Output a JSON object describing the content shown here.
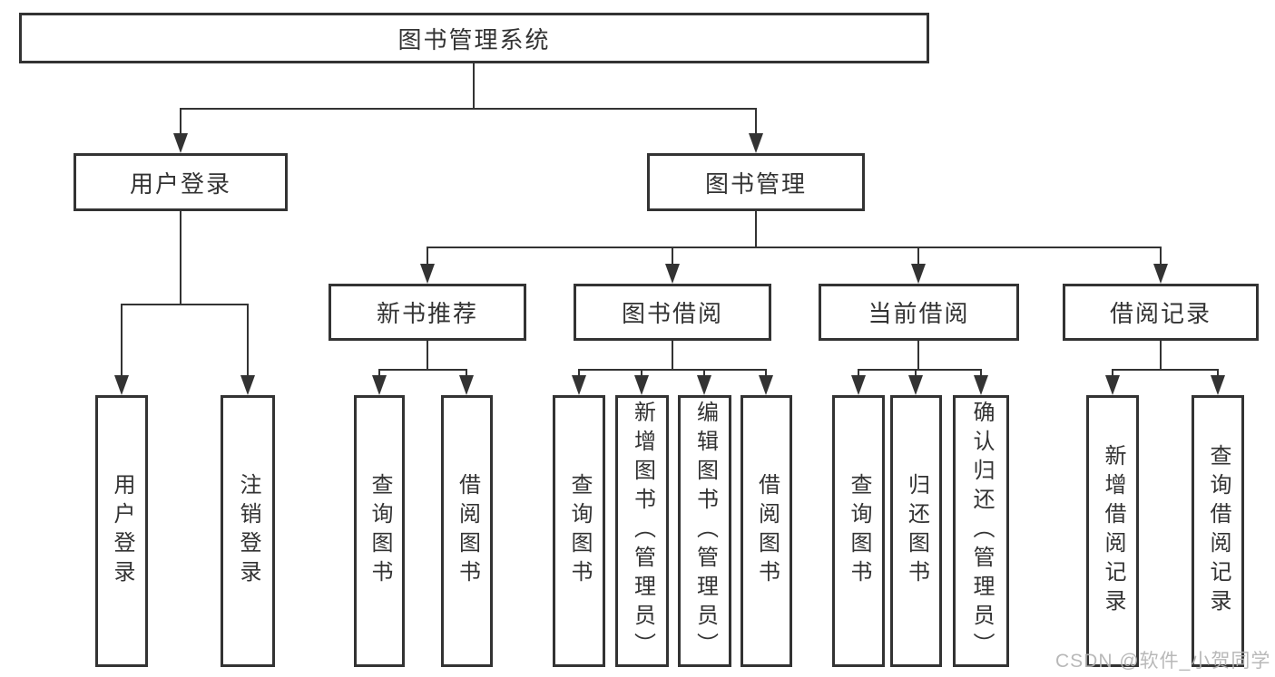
{
  "tree": {
    "root": "图书管理系统",
    "level2": [
      "用户登录",
      "图书管理"
    ],
    "level3": [
      "新书推荐",
      "图书借阅",
      "当前借阅",
      "借阅记录"
    ],
    "leaves": {
      "user_login": [
        "用户登录",
        "注销登录"
      ],
      "new_book_recommend": [
        "查询图书",
        "借阅图书"
      ],
      "book_borrow": [
        "查询图书",
        "新增图书（管理员）",
        "编辑图书（管理员）",
        "借阅图书"
      ],
      "current_borrow": [
        "查询图书",
        "归还图书",
        "确认归还（管理员）"
      ],
      "borrow_records": [
        "新增借阅记录",
        "查询借阅记录"
      ]
    }
  },
  "watermark": "CSDN @软件_小贺同学",
  "colors": {
    "line": "#333333",
    "text": "#333333",
    "watermark_text": "#b3b3b3",
    "background": "#ffffff"
  }
}
